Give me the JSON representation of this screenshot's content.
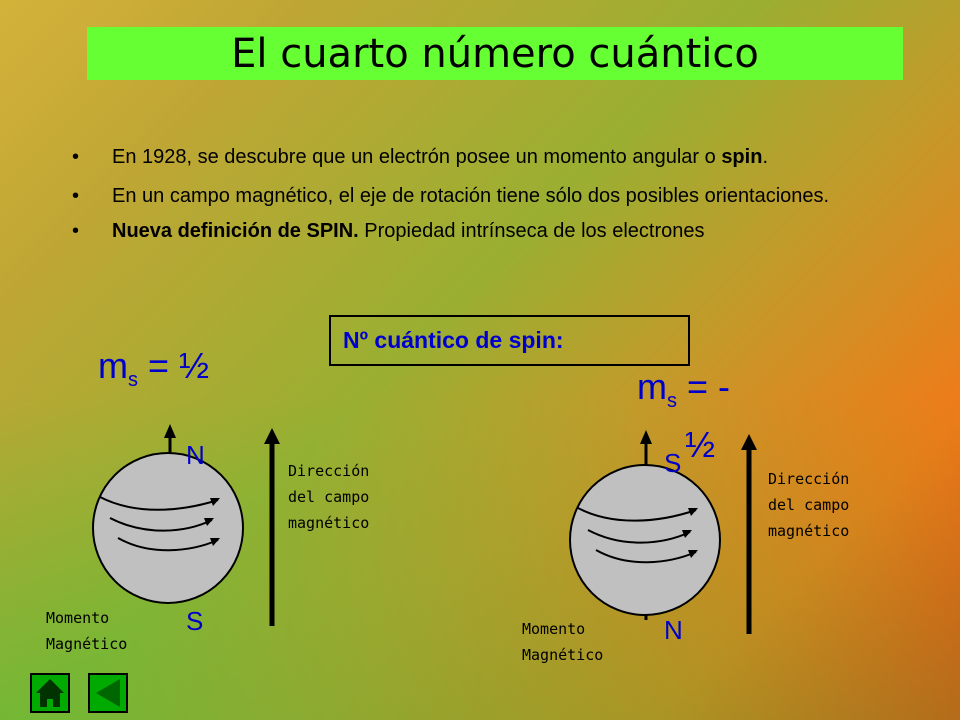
{
  "title": "El cuarto número cuántico",
  "bullets": {
    "b1_text": "En 1928, se descubre que un electrón posee un momento angular o ",
    "b1_bold": "spin",
    "b1_end": ".",
    "b2_text": "En un campo magnético, el eje de rotación tiene sólo dos posibles orientaciones.",
    "b3_bold": "Nueva definición de SPIN.",
    "b3_text": " Propiedad intrínseca de los electrones",
    "bullet_char": "•"
  },
  "spin_box_label": "Nº cuántico de spin:",
  "left": {
    "ms_symbol": "m",
    "ms_sub": "s",
    "ms_value": " = ½",
    "top_pole": "N",
    "bottom_pole": "S",
    "field_caption": [
      "Dirección",
      "del campo",
      "magnético"
    ],
    "moment_caption": [
      "Momento",
      "Magnético"
    ]
  },
  "right": {
    "ms_symbol": "m",
    "ms_sub": "s",
    "ms_value": " = -",
    "ms_value_line2": "½",
    "top_pole": "S",
    "bottom_pole": "N",
    "field_caption": [
      "Dirección",
      "del campo",
      "magnético"
    ],
    "moment_caption": [
      "Momento",
      "Magnético"
    ]
  },
  "nav": {
    "home_icon": "home-icon",
    "back_icon": "back-arrow-icon"
  },
  "colors": {
    "title_bg": "#66ff33",
    "blue_text": "#0000cc",
    "sphere": "#c0c0c0",
    "nav_green": "#00aa00"
  }
}
